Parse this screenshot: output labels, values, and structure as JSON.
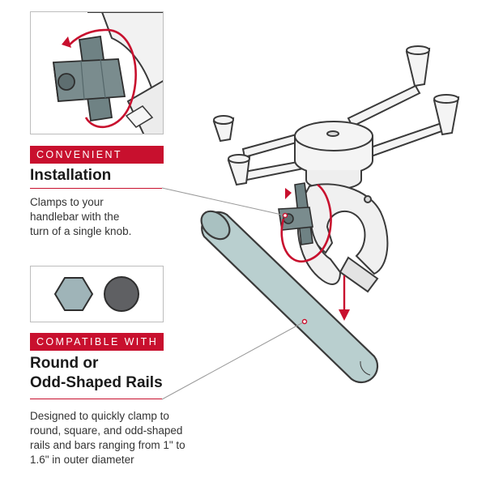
{
  "installation": {
    "banner": "CONVENIENT",
    "heading": "Installation",
    "description_lines": [
      "Clamps to your",
      "handlebar with the",
      "turn of a single knob."
    ]
  },
  "compatibility": {
    "banner": "COMPATIBLE WITH",
    "heading_lines": [
      "Round or",
      "Odd-Shaped Rails"
    ],
    "description_lines": [
      "Designed to quickly clamp to",
      "round, square, and odd-shaped",
      "rails and bars ranging from 1\" to",
      "1.6\" in outer diameter"
    ]
  },
  "icons": {
    "knob": "knob-icon",
    "rotate_arrow": "rotate-arrow-icon",
    "hexagon": "hexagon-shape-icon",
    "circle": "circle-shape-icon",
    "phone_cradle": "phone-cradle-icon",
    "rail": "rail-bar-icon",
    "down_arrow": "down-arrow-icon"
  },
  "colors": {
    "accent_red": "#c8102e",
    "rail_fill": "#b9cfcf",
    "knob_fill": "#7a8c8e",
    "hexagon_fill": "#9fb4b8",
    "circle_fill": "#5f6063",
    "outline": "#3a3a3a"
  }
}
